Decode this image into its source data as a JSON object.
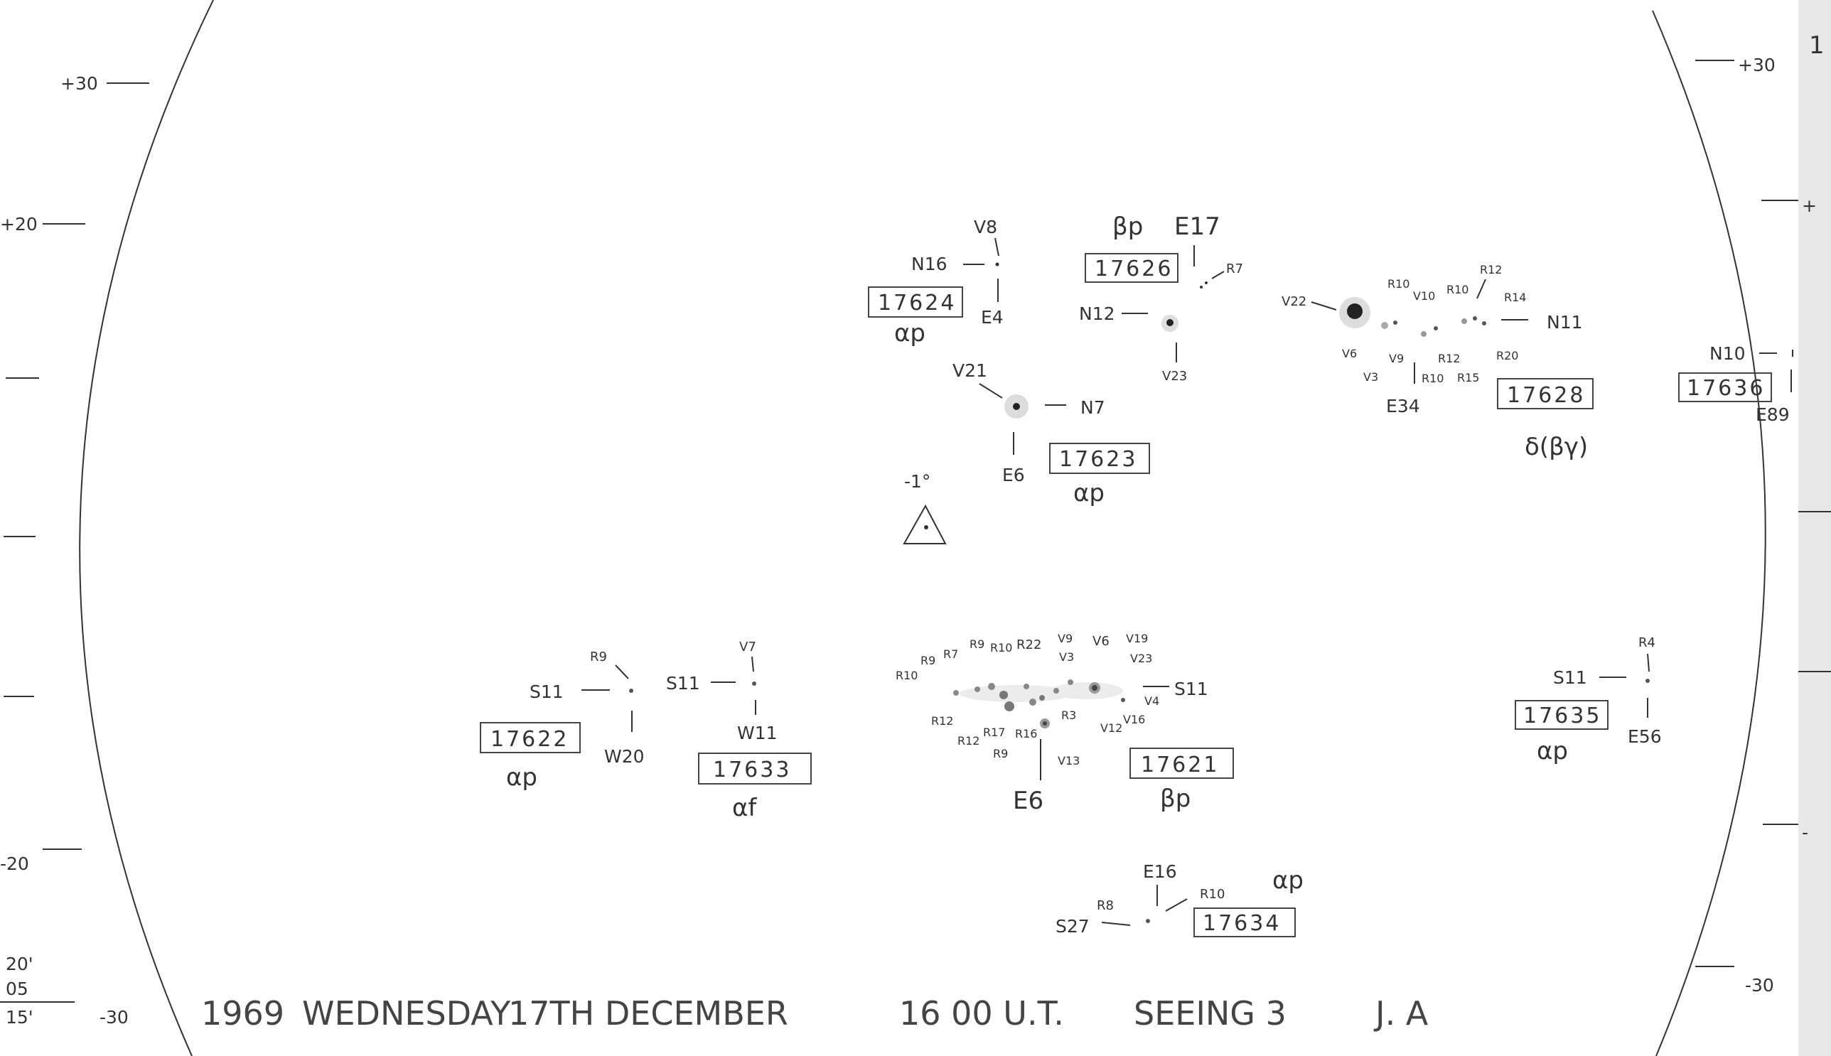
{
  "scale_left": {
    "ticks": [
      "+30",
      "+20",
      "-20",
      "-30"
    ],
    "corner_lines": [
      "20'",
      "05",
      "15'"
    ]
  },
  "scale_right": {
    "ticks": [
      "+30",
      "+",
      "-",
      "-30"
    ],
    "edge_char": "1"
  },
  "footer": {
    "year": "1969",
    "day": "WEDNESDAY",
    "date": "17TH DECEMBER",
    "time": "16 00 U.T.",
    "seeing": "SEEING 3",
    "initials": "J. A"
  },
  "markers": [
    {
      "text": "-1°",
      "symbol": "triangle"
    }
  ],
  "groups": [
    {
      "number": "17624",
      "type": "αp",
      "labels": [
        "N16",
        "V8",
        "E4"
      ]
    },
    {
      "number": "17626",
      "type": "βp",
      "labels": [
        "E17",
        "R7",
        "N12",
        "V23"
      ]
    },
    {
      "number": "17628",
      "type": "δ(βγ)",
      "labels": [
        "V22",
        "N11",
        "E34",
        "R10",
        "V10",
        "R10",
        "R12",
        "R14",
        "V6",
        "V9",
        "R12",
        "R20",
        "V3",
        "R10",
        "R15"
      ]
    },
    {
      "number": "17636",
      "type": "",
      "labels": [
        "N10",
        "E89"
      ]
    },
    {
      "number": "17623",
      "type": "αp",
      "labels": [
        "V21",
        "N7",
        "E6"
      ]
    },
    {
      "number": "17622",
      "type": "αp",
      "labels": [
        "R9",
        "S11",
        "W20"
      ]
    },
    {
      "number": "17633",
      "type": "αf",
      "labels": [
        "V7",
        "S11",
        "W11"
      ]
    },
    {
      "number": "17621",
      "type": "βp",
      "labels": [
        "R10",
        "R9",
        "R7",
        "R9",
        "R10",
        "R22",
        "V9",
        "V3",
        "V6",
        "V19",
        "V23",
        "S11",
        "V4",
        "R12",
        "R12",
        "R17",
        "R16",
        "R3",
        "V12",
        "V16",
        "R9",
        "V13",
        "E6"
      ]
    },
    {
      "number": "17635",
      "type": "αp",
      "labels": [
        "R4",
        "S11",
        "E56"
      ]
    },
    {
      "number": "17634",
      "type": "αp",
      "labels": [
        "E16",
        "R8",
        "R10",
        "S27"
      ]
    }
  ]
}
